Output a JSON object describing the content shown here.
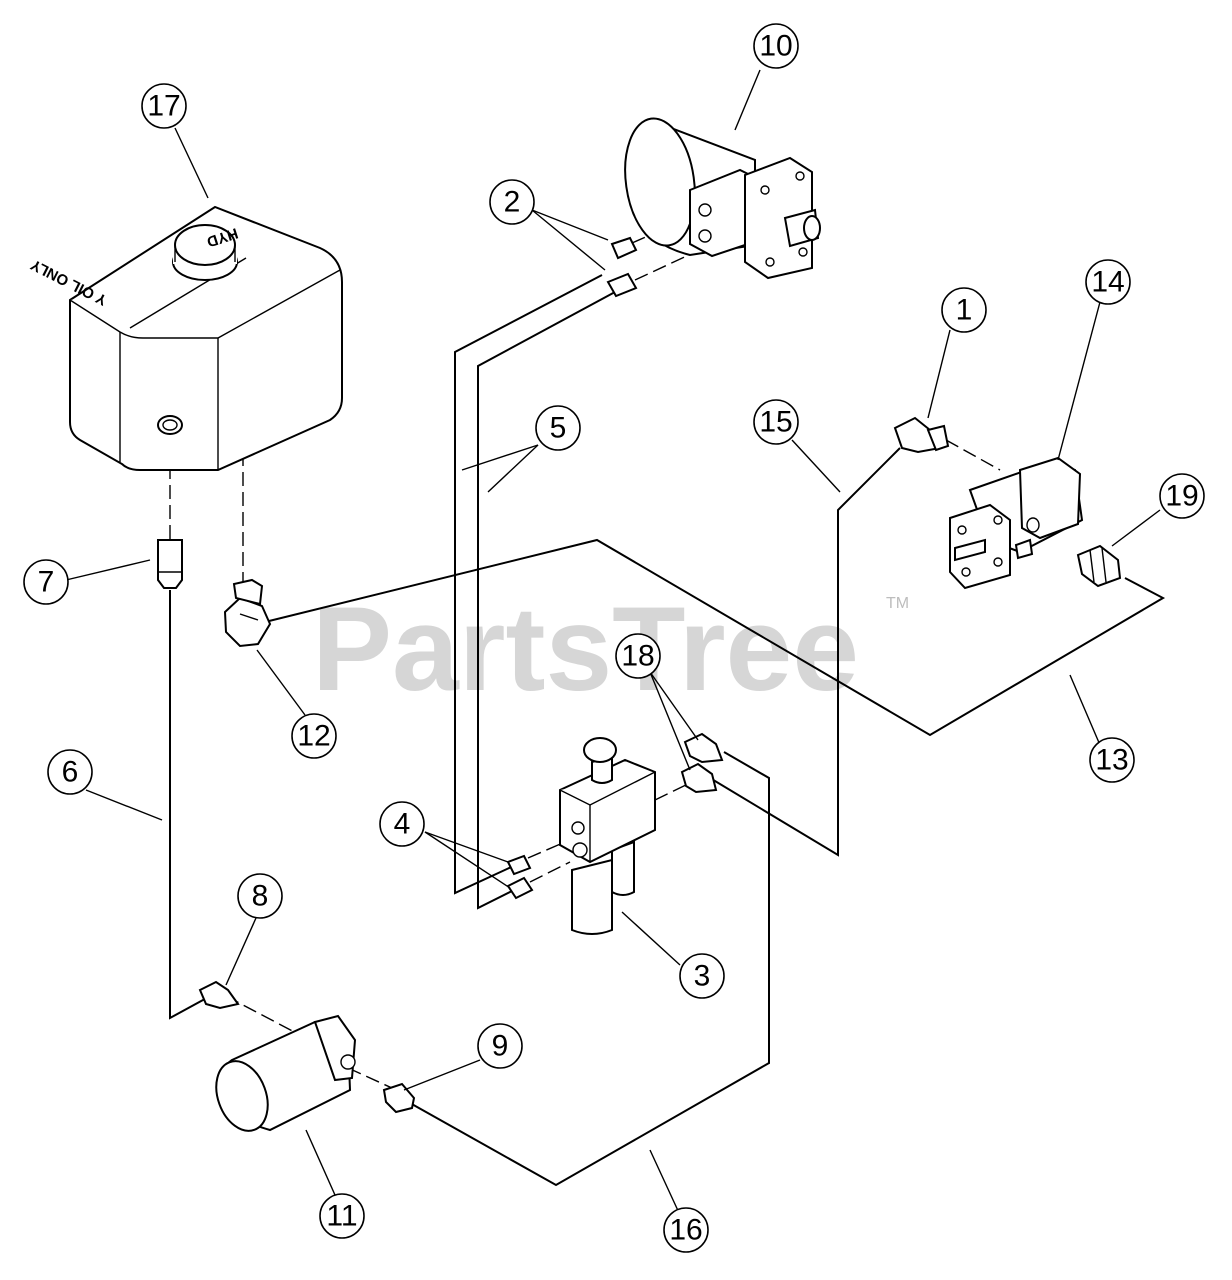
{
  "watermark": {
    "text": "PartsTree",
    "trademark": "TM"
  },
  "tank_labels": {
    "left": "Y OIL ONLY",
    "right": "HYD"
  },
  "callouts": [
    {
      "id": "c1",
      "label": "1"
    },
    {
      "id": "c2",
      "label": "2"
    },
    {
      "id": "c3",
      "label": "3"
    },
    {
      "id": "c4",
      "label": "4"
    },
    {
      "id": "c5",
      "label": "5"
    },
    {
      "id": "c6",
      "label": "6"
    },
    {
      "id": "c7",
      "label": "7"
    },
    {
      "id": "c8",
      "label": "8"
    },
    {
      "id": "c9",
      "label": "9"
    },
    {
      "id": "c10",
      "label": "10"
    },
    {
      "id": "c11",
      "label": "11"
    },
    {
      "id": "c12",
      "label": "12"
    },
    {
      "id": "c13",
      "label": "13"
    },
    {
      "id": "c14",
      "label": "14"
    },
    {
      "id": "c15",
      "label": "15"
    },
    {
      "id": "c16",
      "label": "16"
    },
    {
      "id": "c17",
      "label": "17"
    },
    {
      "id": "c18",
      "label": "18"
    },
    {
      "id": "c19",
      "label": "19"
    }
  ]
}
